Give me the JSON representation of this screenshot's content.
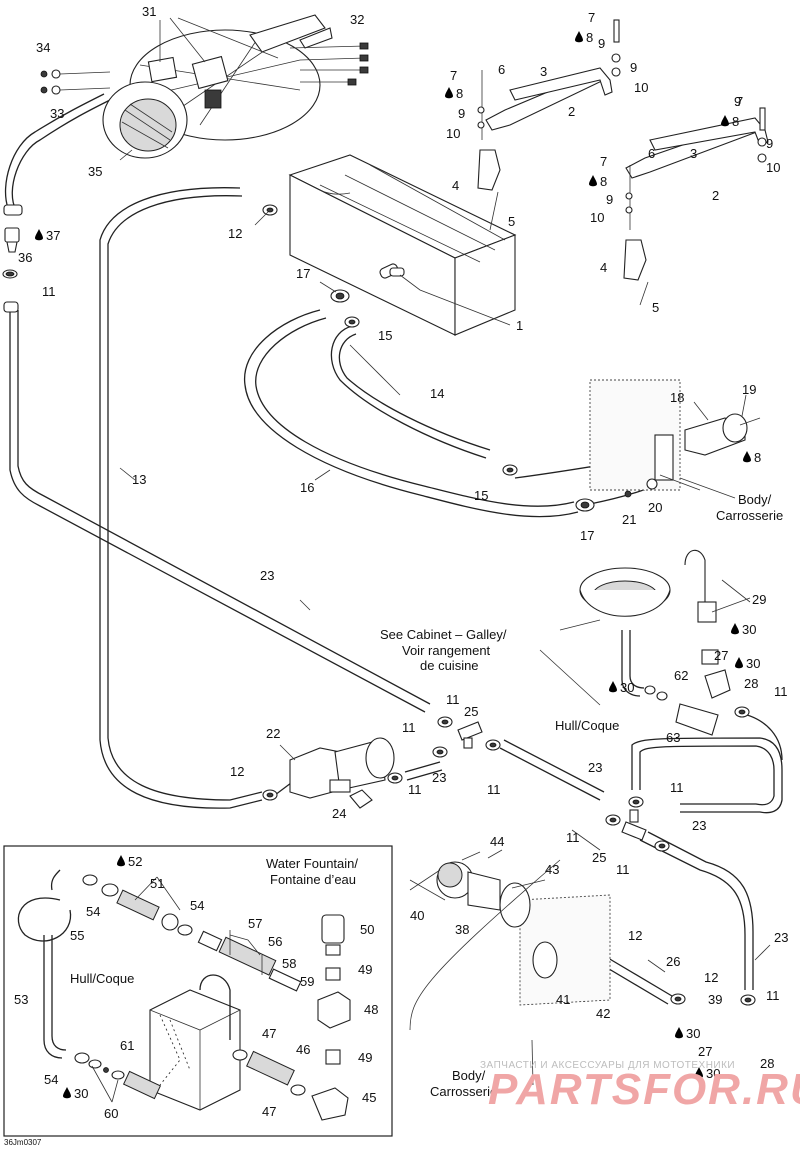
{
  "diagram_id": "36Jm0307",
  "notes": {
    "body_top": [
      "Body/",
      "Carrosserie"
    ],
    "body_bottom": [
      "Body/",
      "Carrosserie"
    ],
    "see_cabinet": [
      "See Cabinet – Galley/",
      "Voir rangement",
      "de cuisine"
    ],
    "hull_right": "Hull/Coque",
    "hull_inset": "Hull/Coque",
    "water_fountain": [
      "Water Fountain/",
      "Fontaine d’eau"
    ]
  },
  "watermark": {
    "tagline": "ЗАПЧАСТИ И АКСЕССУАРЫ ДЛЯ МОТОТЕХНИКИ",
    "brand": "PARTSFOR.RU"
  },
  "callouts": [
    {
      "id": "c31",
      "text": "31",
      "drop": false
    },
    {
      "id": "c32",
      "text": "32",
      "drop": false
    },
    {
      "id": "c34",
      "text": "34",
      "drop": false
    },
    {
      "id": "c33",
      "text": "33",
      "drop": false
    },
    {
      "id": "c35",
      "text": "35",
      "drop": false
    },
    {
      "id": "c37",
      "text": "37",
      "drop": true
    },
    {
      "id": "c36",
      "text": "36",
      "drop": false
    },
    {
      "id": "c11a",
      "text": "11",
      "drop": false
    },
    {
      "id": "c12a",
      "text": "12",
      "drop": false
    },
    {
      "id": "c17a",
      "text": "17",
      "drop": false
    },
    {
      "id": "c15a",
      "text": "15",
      "drop": false
    },
    {
      "id": "c1",
      "text": "1",
      "drop": false
    },
    {
      "id": "c13",
      "text": "13",
      "drop": false
    },
    {
      "id": "c14",
      "text": "14",
      "drop": false
    },
    {
      "id": "c16",
      "text": "16",
      "drop": false
    },
    {
      "id": "c15b",
      "text": "15",
      "drop": false
    },
    {
      "id": "c17b",
      "text": "17",
      "drop": false
    },
    {
      "id": "c18",
      "text": "18",
      "drop": false
    },
    {
      "id": "c19",
      "text": "19",
      "drop": false
    },
    {
      "id": "c8c",
      "text": "8",
      "drop": true
    },
    {
      "id": "c21",
      "text": "21",
      "drop": false
    },
    {
      "id": "c20",
      "text": "20",
      "drop": false
    },
    {
      "id": "c7a",
      "text": "7",
      "drop": false
    },
    {
      "id": "c8a",
      "text": "8",
      "drop": true
    },
    {
      "id": "c9a",
      "text": "9",
      "drop": false
    },
    {
      "id": "c9b",
      "text": "9",
      "drop": false
    },
    {
      "id": "c10a",
      "text": "10",
      "drop": false
    },
    {
      "id": "c3a",
      "text": "3",
      "drop": false
    },
    {
      "id": "c6a",
      "text": "6",
      "drop": false
    },
    {
      "id": "c7b",
      "text": "7",
      "drop": false
    },
    {
      "id": "c8b",
      "text": "8",
      "drop": true
    },
    {
      "id": "c2a",
      "text": "2",
      "drop": false
    },
    {
      "id": "c9c",
      "text": "9",
      "drop": false
    },
    {
      "id": "c10b",
      "text": "10",
      "drop": false
    },
    {
      "id": "c4a",
      "text": "4",
      "drop": false
    },
    {
      "id": "c5a",
      "text": "5",
      "drop": false
    },
    {
      "id": "c7c",
      "text": "7",
      "drop": false
    },
    {
      "id": "c8d",
      "text": "8",
      "drop": true
    },
    {
      "id": "c9d",
      "text": "9",
      "drop": false
    },
    {
      "id": "c9e",
      "text": "9",
      "drop": false
    },
    {
      "id": "c10c",
      "text": "10",
      "drop": false
    },
    {
      "id": "c3b",
      "text": "3",
      "drop": false
    },
    {
      "id": "c6b",
      "text": "6",
      "drop": false
    },
    {
      "id": "c7d",
      "text": "7",
      "drop": false
    },
    {
      "id": "c8e",
      "text": "8",
      "drop": true
    },
    {
      "id": "c2b",
      "text": "2",
      "drop": false
    },
    {
      "id": "c9f",
      "text": "9",
      "drop": false
    },
    {
      "id": "c10d",
      "text": "10",
      "drop": false
    },
    {
      "id": "c4b",
      "text": "4",
      "drop": false
    },
    {
      "id": "c5b",
      "text": "5",
      "drop": false
    },
    {
      "id": "c23a",
      "text": "23",
      "drop": false
    },
    {
      "id": "c29",
      "text": "29",
      "drop": false
    },
    {
      "id": "c30a",
      "text": "30",
      "drop": true
    },
    {
      "id": "c27a",
      "text": "27",
      "drop": false
    },
    {
      "id": "c30b",
      "text": "30",
      "drop": true
    },
    {
      "id": "c28a",
      "text": "28",
      "drop": false
    },
    {
      "id": "c11b",
      "text": "11",
      "drop": false
    },
    {
      "id": "c62",
      "text": "62",
      "drop": false
    },
    {
      "id": "c30c",
      "text": "30",
      "drop": true
    },
    {
      "id": "c63",
      "text": "63",
      "drop": false
    },
    {
      "id": "c11c",
      "text": "11",
      "drop": false
    },
    {
      "id": "c25a",
      "text": "25",
      "drop": false
    },
    {
      "id": "c22",
      "text": "22",
      "drop": false
    },
    {
      "id": "c11d",
      "text": "11",
      "drop": false
    },
    {
      "id": "c23b",
      "text": "23",
      "drop": false
    },
    {
      "id": "c11e",
      "text": "11",
      "drop": false
    },
    {
      "id": "c11f",
      "text": "11",
      "drop": false
    },
    {
      "id": "c23c",
      "text": "23",
      "drop": false
    },
    {
      "id": "c12b",
      "text": "12",
      "drop": false
    },
    {
      "id": "c24",
      "text": "24",
      "drop": false
    },
    {
      "id": "c11g",
      "text": "11",
      "drop": false
    },
    {
      "id": "c23d",
      "text": "23",
      "drop": false
    },
    {
      "id": "c11h",
      "text": "11",
      "drop": false
    },
    {
      "id": "c25b",
      "text": "25",
      "drop": false
    },
    {
      "id": "c11i",
      "text": "11",
      "drop": false
    },
    {
      "id": "c44",
      "text": "44",
      "drop": false
    },
    {
      "id": "c43",
      "text": "43",
      "drop": false
    },
    {
      "id": "c40",
      "text": "40",
      "drop": false
    },
    {
      "id": "c38",
      "text": "38",
      "drop": false
    },
    {
      "id": "c12c",
      "text": "12",
      "drop": false
    },
    {
      "id": "c26",
      "text": "26",
      "drop": false
    },
    {
      "id": "c23e",
      "text": "23",
      "drop": false
    },
    {
      "id": "c12d",
      "text": "12",
      "drop": false
    },
    {
      "id": "c41",
      "text": "41",
      "drop": false
    },
    {
      "id": "c42",
      "text": "42",
      "drop": false
    },
    {
      "id": "c39",
      "text": "39",
      "drop": false
    },
    {
      "id": "c11j",
      "text": "11",
      "drop": false
    },
    {
      "id": "c30d",
      "text": "30",
      "drop": true
    },
    {
      "id": "c27b",
      "text": "27",
      "drop": false
    },
    {
      "id": "c28b",
      "text": "28",
      "drop": false
    },
    {
      "id": "c30e",
      "text": "30",
      "drop": true
    },
    {
      "id": "c52",
      "text": "52",
      "drop": true
    },
    {
      "id": "c51",
      "text": "51",
      "drop": false
    },
    {
      "id": "c54a",
      "text": "54",
      "drop": false
    },
    {
      "id": "c54b",
      "text": "54",
      "drop": false
    },
    {
      "id": "c55",
      "text": "55",
      "drop": false
    },
    {
      "id": "c57",
      "text": "57",
      "drop": false
    },
    {
      "id": "c56",
      "text": "56",
      "drop": false
    },
    {
      "id": "c50",
      "text": "50",
      "drop": false
    },
    {
      "id": "c58",
      "text": "58",
      "drop": false
    },
    {
      "id": "c49a",
      "text": "49",
      "drop": false
    },
    {
      "id": "c59",
      "text": "59",
      "drop": false
    },
    {
      "id": "c48",
      "text": "48",
      "drop": false
    },
    {
      "id": "c53",
      "text": "53",
      "drop": false
    },
    {
      "id": "c47a",
      "text": "47",
      "drop": false
    },
    {
      "id": "c46",
      "text": "46",
      "drop": false
    },
    {
      "id": "c49b",
      "text": "49",
      "drop": false
    },
    {
      "id": "c61",
      "text": "61",
      "drop": false
    },
    {
      "id": "c54c",
      "text": "54",
      "drop": false
    },
    {
      "id": "c30f",
      "text": "30",
      "drop": true
    },
    {
      "id": "c60",
      "text": "60",
      "drop": false
    },
    {
      "id": "c47b",
      "text": "47",
      "drop": false
    },
    {
      "id": "c45",
      "text": "45",
      "drop": false
    }
  ]
}
